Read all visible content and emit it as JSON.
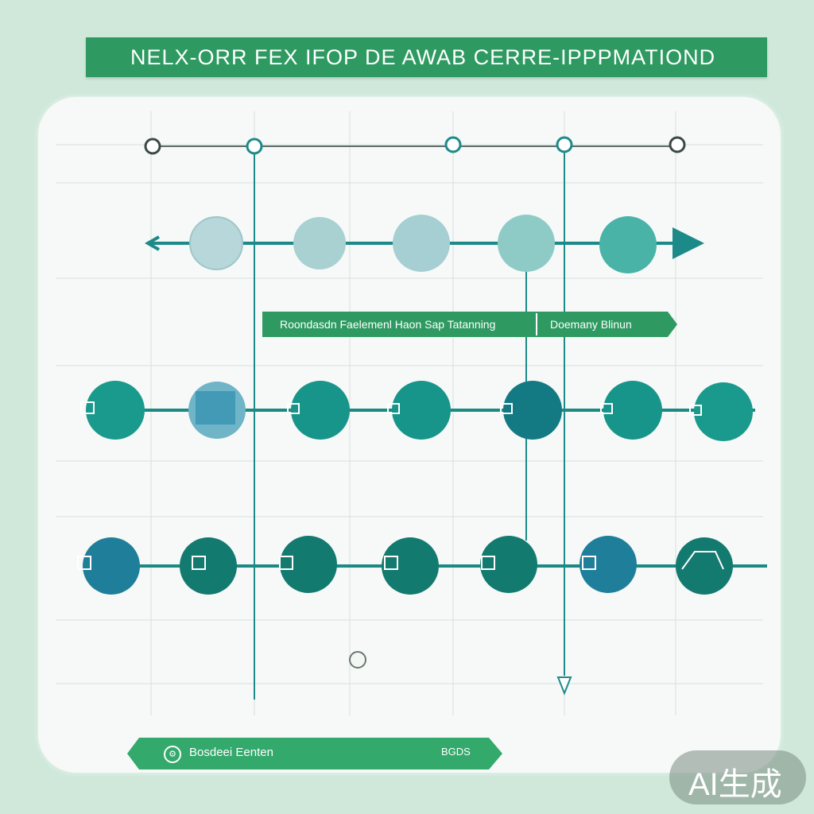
{
  "title": "NELX-ORR FEX IFOP DE AWAB CERRE-IPPPMATIOND",
  "ribbon": {
    "left_label": "Roondasdn Faelemenl Haon Sap Tatanning",
    "right_label": "Doemany Blinun"
  },
  "footer": {
    "label": "Bosdeei Eenten",
    "code": "BGDS"
  },
  "watermark": "AI生成",
  "colors": {
    "accent": "#2e9a61",
    "teal": "#1a9a8c",
    "deep_teal": "#137a83",
    "pale_node": "#b7d7da",
    "blue_node": "#1f7f9a"
  },
  "icons": {
    "footer": "settings-gear-icon",
    "row2": "monitor-icon",
    "row3": "chart-icon"
  }
}
